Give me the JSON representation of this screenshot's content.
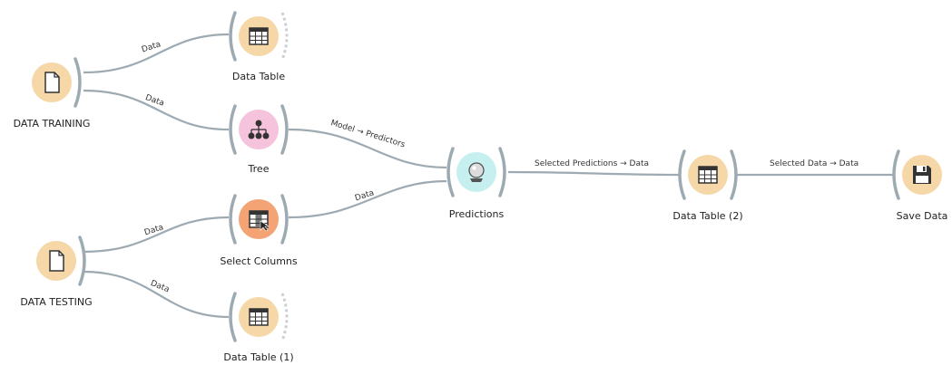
{
  "colors": {
    "file": "#F6D7A8",
    "file_stroke": "#EDBF80",
    "data_table": "#F6D7A8",
    "tree": "#F5C3DC",
    "select_columns": "#F3A374",
    "predictions": "#C6EFEF",
    "save": "#F6D7A8",
    "link": "#9EAAB2",
    "bracket": "#9EAAB2"
  },
  "nodes": {
    "data_training": {
      "label": "DATA TRAINING",
      "icon": "file-icon"
    },
    "data_table": {
      "label": "Data Table",
      "icon": "table-icon"
    },
    "tree": {
      "label": "Tree",
      "icon": "tree-icon"
    },
    "select_columns": {
      "label": "Select Columns",
      "icon": "select-columns-icon"
    },
    "data_testing": {
      "label": "DATA TESTING",
      "icon": "file-icon"
    },
    "data_table_1": {
      "label": "Data Table (1)",
      "icon": "table-icon"
    },
    "predictions": {
      "label": "Predictions",
      "icon": "crystal-ball-icon"
    },
    "data_table_2": {
      "label": "Data Table (2)",
      "icon": "table-icon"
    },
    "save_data": {
      "label": "Save Data",
      "icon": "floppy-icon"
    }
  },
  "links": {
    "training_to_table": "Data",
    "training_to_tree": "Data",
    "tree_to_predictions": "Model → Predictors",
    "select_to_predictions": "Data",
    "testing_to_select": "Data",
    "testing_to_table1": "Data",
    "predictions_to_table2": "Selected Predictions → Data",
    "table2_to_save": "Selected Data → Data"
  }
}
